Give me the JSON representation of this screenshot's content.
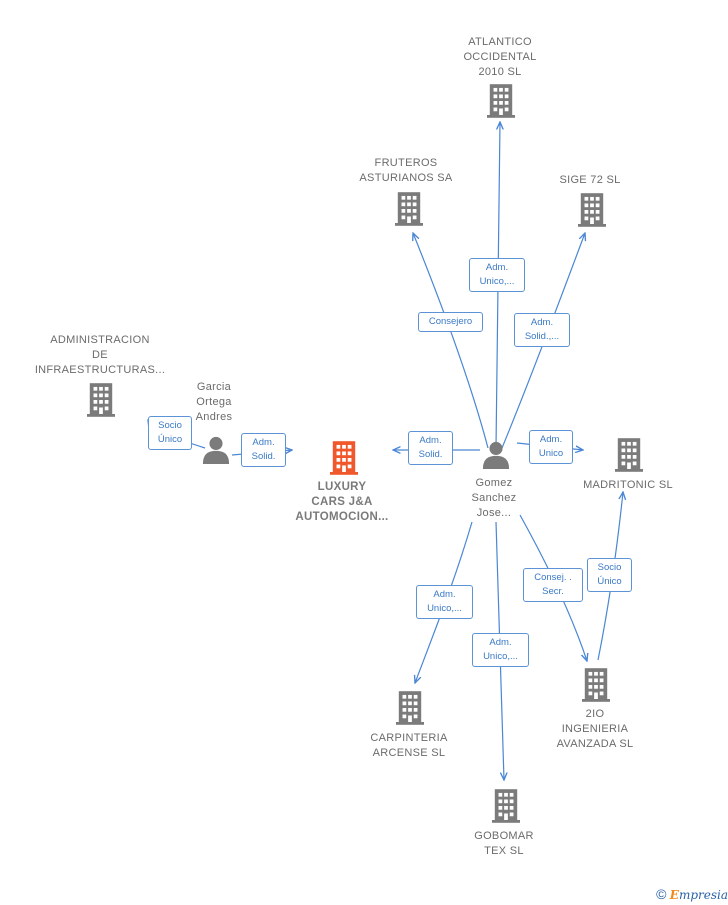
{
  "nodes": {
    "atlantico": "ATLANTICO\nOCCIDENTAL\n2010 SL",
    "fruteros": "FRUTEROS\nASTURIANOS SA",
    "sige": "SIGE 72 SL",
    "administracion": "ADMINISTRACION\nDE\nINFRAESTRUCTURAS...",
    "garcia": "Garcia\nOrtega\nAndres",
    "luxury": "LUXURY\nCARS J&A\nAUTOMOCION...",
    "gomez": "Gomez\nSanchez\nJose...",
    "madritonic": "MADRITONIC SL",
    "carpinteria": "CARPINTERIA\nARCENSE  SL",
    "gobomar": "GOBOMAR\nTEX  SL",
    "2io": "2IO\nINGENIERIA\nAVANZADA  SL"
  },
  "edges": {
    "gomez_atlantico": "Adm.\nUnico,...",
    "gomez_fruteros": "Consejero",
    "gomez_sige": "Adm.\nSolid.,...",
    "garcia_administracion": "Socio\nÚnico",
    "garcia_luxury": "Adm.\nSolid.",
    "gomez_luxury": "Adm.\nSolid.",
    "gomez_madritonic": "Adm.\nUnico",
    "gomez_carpinteria": "Adm.\nUnico,...",
    "gomez_gobomar": "Adm.\nUnico,...",
    "gomez_2io": "Consej. .\nSecr.",
    "2io_madritonic": "Socio\nÚnico"
  },
  "colors": {
    "edge": "#4a86d4",
    "building": "#7b7b7b",
    "building_focus": "#f0572a",
    "person": "#7b7b7b"
  },
  "footer": {
    "copyright": "©",
    "brand_first": "E",
    "brand_rest": "mpresia"
  }
}
